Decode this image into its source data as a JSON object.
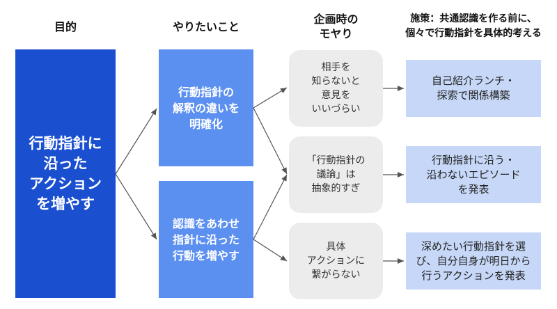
{
  "headers": {
    "goal": "目的",
    "want": "やりたいこと",
    "issue": [
      "企画時の",
      "モヤり"
    ],
    "measure": [
      "施策：共通認識を作る前に、",
      "個々で行動指針を具体的考える"
    ]
  },
  "goal": [
    "行動指針に",
    "沿った",
    "アクション",
    "を増やす"
  ],
  "wants": [
    [
      "行動指針の",
      "解釈の違いを",
      "明確化"
    ],
    [
      "認識をあわせ",
      "指針に沿った",
      "行動を増やす"
    ]
  ],
  "issues": [
    [
      "相手を",
      "知らないと",
      "意見を",
      "いいづらい"
    ],
    [
      "「行動指針の",
      "議論」は",
      "抽象的すぎ"
    ],
    [
      "具体",
      "アクションに",
      "繋がらない"
    ]
  ],
  "measures": [
    [
      "自己紹介ランチ・",
      "探索で関係構築"
    ],
    [
      "行動指針に沿う・",
      "沿わないエピソード",
      "を発表"
    ],
    [
      "深めたい行動指針を選",
      "び、自分自身が明日から",
      "行うアクションを発表"
    ]
  ],
  "colors": {
    "goal": "#1a4fd0",
    "want": "#5b8ff0",
    "issue": "#ececec",
    "measure": "#c6d7f7",
    "arrow": "#555555"
  }
}
